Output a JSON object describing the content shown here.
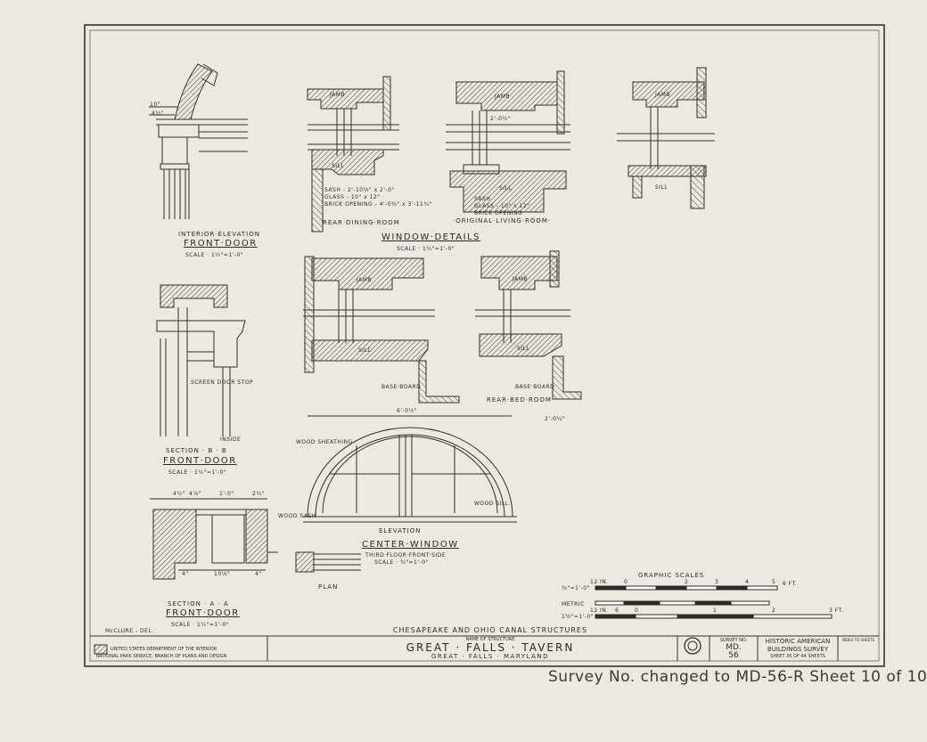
{
  "drawings": {
    "front_door_elevation": {
      "title": "INTERIOR·ELEVATION",
      "subtitle": "FRONT·DOOR",
      "scale": "SCALE · 1½\"=1'-0\"",
      "dims": [
        "10\"",
        "4½\""
      ]
    },
    "window_details": {
      "title": "WINDOW·DETAILS",
      "scale": "SCALE · 1½\"=1'-0\"",
      "rear_dining_room": {
        "label": "REAR·DINING·ROOM",
        "notes": [
          "SASH - 2'-10⅝\" x 2'-0\"",
          "GLASS - 10\" x 12\"",
          "BRICK OPENING - 4'-0⅜\" x 3'-11¾\""
        ]
      },
      "original_living_room": {
        "label": "·ORIGINAL·LIVING·ROOM·",
        "notes": [
          "SASH",
          "GLASS - 10\" x 12\"",
          "BRICK OPENING"
        ]
      },
      "rear_bed_room": {
        "label": "REAR·BED·ROOM"
      },
      "jamb": "JAMB",
      "sill": "SILL",
      "base_board": "BASE·BOARD",
      "dims": [
        "2'-0½\"",
        "2'-0¼\""
      ]
    },
    "section_bb": {
      "title": "SECTION · B · B",
      "subtitle": "FRONT·DOOR",
      "scale": "SCALE · 1½\"=1'-0\"",
      "notes": [
        "SCREEN DOOR STOP",
        "INSIDE"
      ]
    },
    "section_aa": {
      "title": "SECTION · A · A",
      "subtitle": "FRONT·DOOR",
      "scale": "SCALE · 1½\"=1'-0\"",
      "dims": [
        "4½\"",
        "4⅞\"",
        "1'-0\"",
        "2¾\"",
        "10⅛\"",
        "4\"",
        "4\""
      ]
    },
    "center_window": {
      "elevation": "ELEVATION",
      "title": "CENTER·WINDOW",
      "subtitle": "THIRD·FLOOR·FRONT·SIDE",
      "scale": "SCALE · ¾\"=1'-0\"",
      "plan": "PLAN",
      "notes": [
        "WOOD SHEATHING",
        "WOOD SASH",
        "WOOD SILL"
      ],
      "dims": [
        "6'-0½\""
      ]
    }
  },
  "graphic_scales": {
    "title": "GRAPHIC SCALES",
    "rows": [
      {
        "label": "¾\"=1'-0\"",
        "left": "12 IN.",
        "ticks": [
          "0",
          "2",
          "3",
          "4",
          "5"
        ],
        "right": "6 FT."
      },
      {
        "label": "METRIC",
        "left": "",
        "ticks": [],
        "right": ""
      },
      {
        "label": "1½\"=1'-0\"",
        "left": "12 IN.",
        "ticks": [
          "6",
          "0",
          "1",
          "2"
        ],
        "right": "3 FT."
      }
    ]
  },
  "draftsman": "McCLURE - DEL.",
  "title_block": {
    "project": "CHESAPEAKE AND OHIO CANAL STRUCTURES",
    "name_label": "NAME OF STRUCTURE",
    "name": "GREAT · FALLS · TAVERN",
    "location": "GREAT · FALLS · MARYLAND",
    "agency1": "UNITED STATES DEPARTMENT OF THE INTERIOR",
    "agency2": "NATIONAL PARK SERVICE, BRANCH OF PLANS AND DESIGN",
    "survey_label": "SURVEY NO.",
    "survey_no": "MD.",
    "survey_no2": "56",
    "habs1": "HISTORIC AMERICAN",
    "habs2": "BUILDINGS SURVEY",
    "sheet": "SHEET 36 OF 44 SHEETS",
    "index_label": "INDEX TO SHEETS"
  },
  "handwritten_note": "Survey No. changed to MD-56-R Sheet 10 of 10",
  "colors": {
    "paper": "#ece9e1",
    "ink": "#2b2b2b"
  }
}
